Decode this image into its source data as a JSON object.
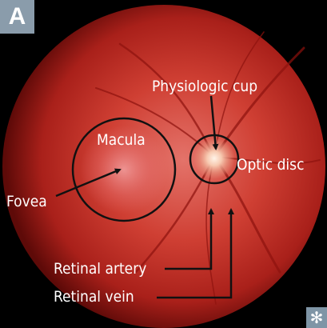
{
  "panel_letter": "A",
  "labels": {
    "physiologic_cup": "Physiologic cup",
    "macula": "Macula",
    "optic_disc": "Optic disc",
    "fovea": "Fovea",
    "retinal_artery": "Retinal artery",
    "retinal_vein": "Retinal vein"
  },
  "corner_badge_icon": "asterisk-icon",
  "corner_badge_glyph": "✻",
  "colors": {
    "fundus_center": "#e0706a",
    "fundus_mid": "#c0302a",
    "fundus_edge": "#6a0c0a",
    "annotation": "#111111",
    "label_text": "#ffffff",
    "badge": "#8a9cab"
  }
}
